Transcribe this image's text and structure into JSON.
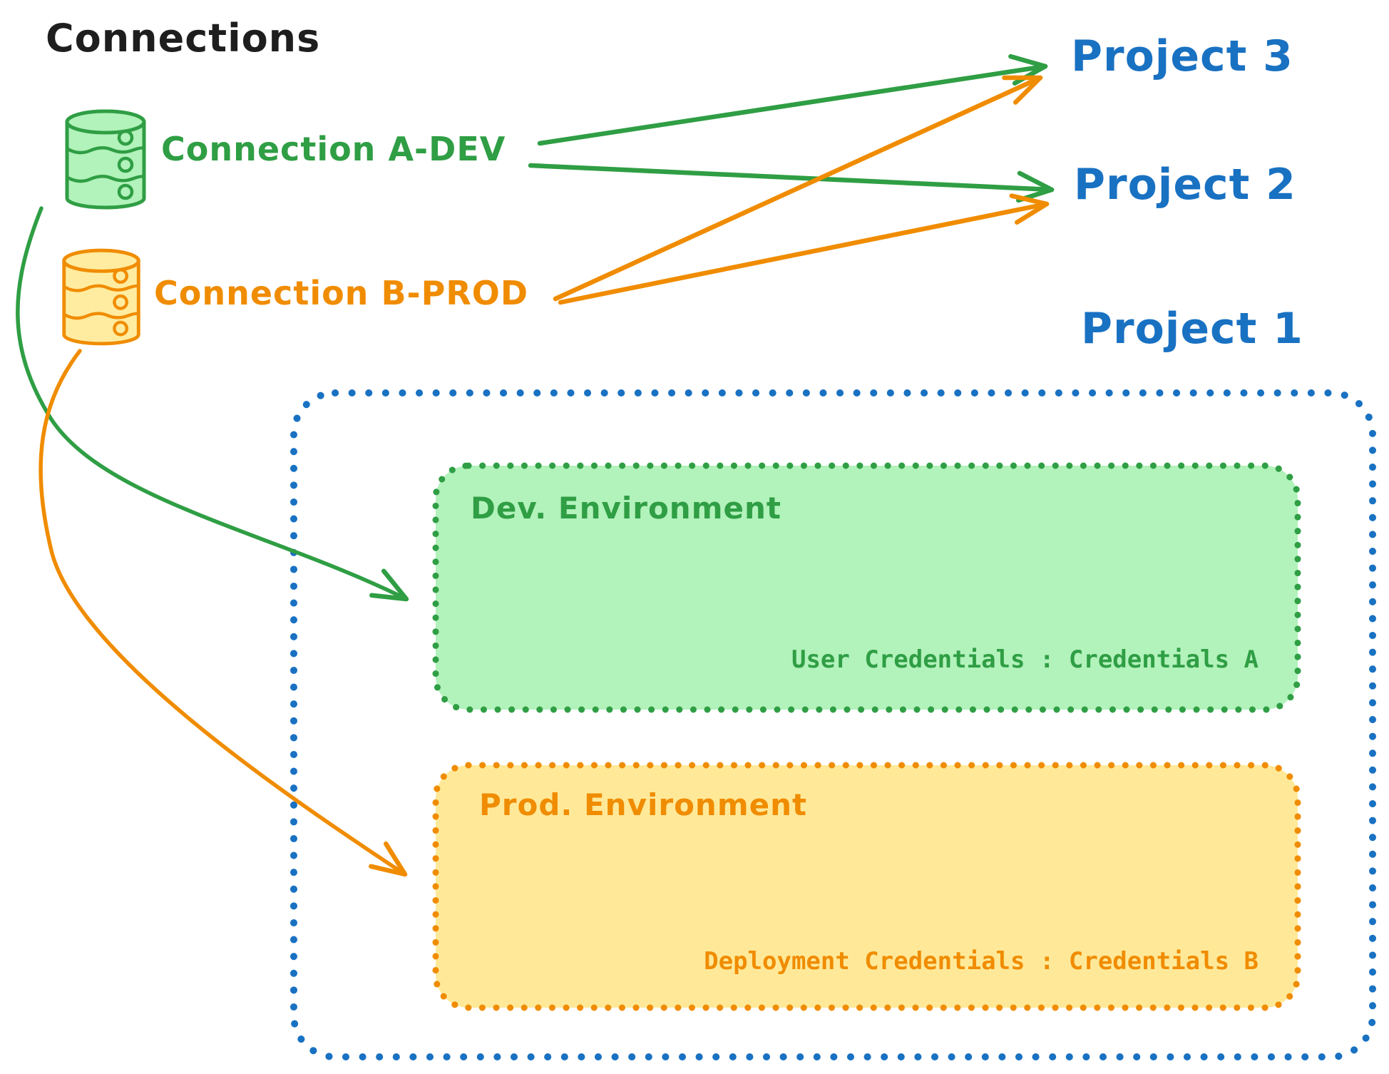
{
  "title": "Connections",
  "colors": {
    "black": "#1e1e1e",
    "green": "#2f9e44",
    "green_fill": "#b2f2bb",
    "orange": "#f08c00",
    "orange_fill": "#ffe999",
    "blue": "#1971c2"
  },
  "connections": [
    {
      "label": "Connection A-DEV",
      "icon": "database-icon",
      "color": "#2f9e44"
    },
    {
      "label": "Connection B-PROD",
      "icon": "database-icon",
      "color": "#f08c00"
    }
  ],
  "projects": [
    {
      "label": "Project 3"
    },
    {
      "label": "Project 2"
    },
    {
      "label": "Project 1"
    }
  ],
  "project1": {
    "environments": [
      {
        "name": "Dev. Environment",
        "credentials_label": "User Credentials : Credentials A"
      },
      {
        "name": "Prod. Environment",
        "credentials_label": "Deployment Credentials : Credentials B"
      }
    ]
  },
  "edges": [
    {
      "from": "Connection A-DEV",
      "to": "Project 3",
      "color": "#2f9e44"
    },
    {
      "from": "Connection A-DEV",
      "to": "Project 2",
      "color": "#2f9e44"
    },
    {
      "from": "Connection B-PROD",
      "to": "Project 3",
      "color": "#f08c00"
    },
    {
      "from": "Connection B-PROD",
      "to": "Project 2",
      "color": "#f08c00"
    },
    {
      "from": "Connection A-DEV",
      "to": "Dev. Environment",
      "color": "#2f9e44"
    },
    {
      "from": "Connection B-PROD",
      "to": "Prod. Environment",
      "color": "#f08c00"
    }
  ]
}
